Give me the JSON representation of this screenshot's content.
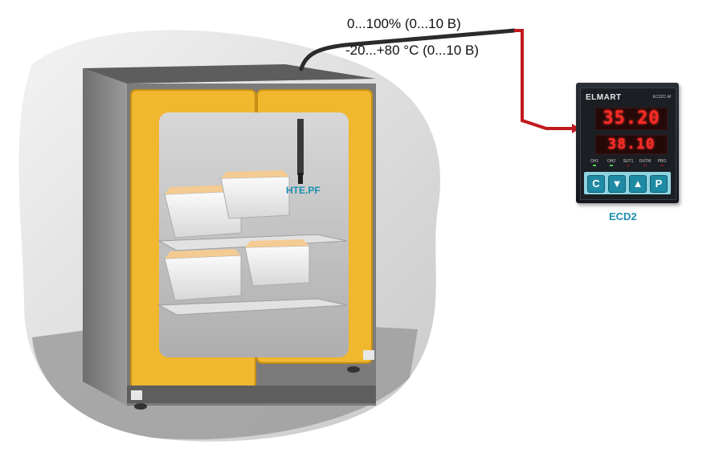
{
  "labels": {
    "signal_range": "0...100% (0...10 В)",
    "temp_range": "-20...+80 °C (0...10 В)",
    "probe": "HTE.PF",
    "device": "ECD2"
  },
  "controller": {
    "brand": "ELMART",
    "model": "EC2ZC-M",
    "display_top": "35.20",
    "display_bottom": "38.10",
    "indicators": [
      "OH1",
      "OH2",
      "SUT1",
      "OUTM",
      "PRO"
    ],
    "keys": [
      "C",
      "▼",
      "▲",
      "P"
    ]
  },
  "colors": {
    "cable_dark": "#2b2b2b",
    "cable_red": "#c0191e",
    "cabinet_frame": "#f0b72f",
    "label_accent": "#1c8fb0"
  }
}
